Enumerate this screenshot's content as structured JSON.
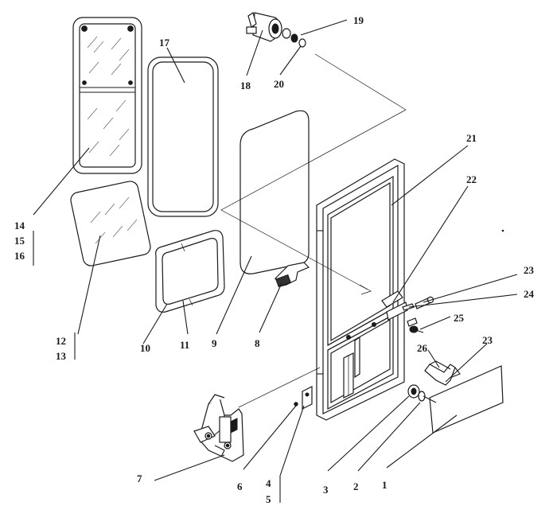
{
  "labels": [
    {
      "id": "19",
      "text": "19"
    },
    {
      "id": "18",
      "text": "18"
    },
    {
      "id": "20",
      "text": "20"
    },
    {
      "id": "17",
      "text": "17"
    },
    {
      "id": "21",
      "text": "21"
    },
    {
      "id": "22",
      "text": "22"
    },
    {
      "id": "14",
      "text": "14"
    },
    {
      "id": "15",
      "text": "15"
    },
    {
      "id": "16",
      "text": "16"
    },
    {
      "id": "12",
      "text": "12"
    },
    {
      "id": "13",
      "text": "13"
    },
    {
      "id": "10",
      "text": "10"
    },
    {
      "id": "11",
      "text": "11"
    },
    {
      "id": "9",
      "text": "9"
    },
    {
      "id": "8",
      "text": "8"
    },
    {
      "id": "23a",
      "text": "23"
    },
    {
      "id": "24",
      "text": "24"
    },
    {
      "id": "25",
      "text": "25"
    },
    {
      "id": "26",
      "text": "26"
    },
    {
      "id": "23b",
      "text": "23"
    },
    {
      "id": "7",
      "text": "7"
    },
    {
      "id": "6",
      "text": "6"
    },
    {
      "id": "4",
      "text": "4"
    },
    {
      "id": "5",
      "text": "5"
    },
    {
      "id": "3",
      "text": "3"
    },
    {
      "id": "2",
      "text": "2"
    },
    {
      "id": "1",
      "text": "1"
    }
  ]
}
